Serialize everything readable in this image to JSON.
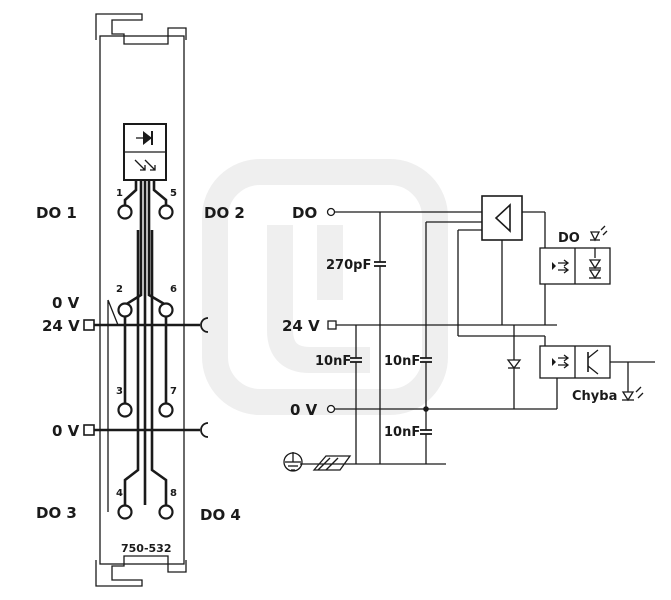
{
  "module": {
    "part_number": "750-532",
    "pin_numbers": [
      "1",
      "5",
      "2",
      "6",
      "3",
      "7",
      "4",
      "8"
    ],
    "left_labels": {
      "do1": "DO 1",
      "do2": "DO 2",
      "zero_v_a": "0 V",
      "v24": "24 V",
      "zero_v_b": "0 V",
      "do3": "DO 3",
      "do4": "DO 4"
    }
  },
  "schematic": {
    "do": "DO",
    "v24": "24 V",
    "zero_v": "0 V",
    "cap_270pf": "270pF",
    "cap_10nf_a": "10nF",
    "cap_10nf_b": "10nF",
    "cap_10nf_c": "10nF",
    "do_led": "DO",
    "error_led": "Chyba"
  }
}
